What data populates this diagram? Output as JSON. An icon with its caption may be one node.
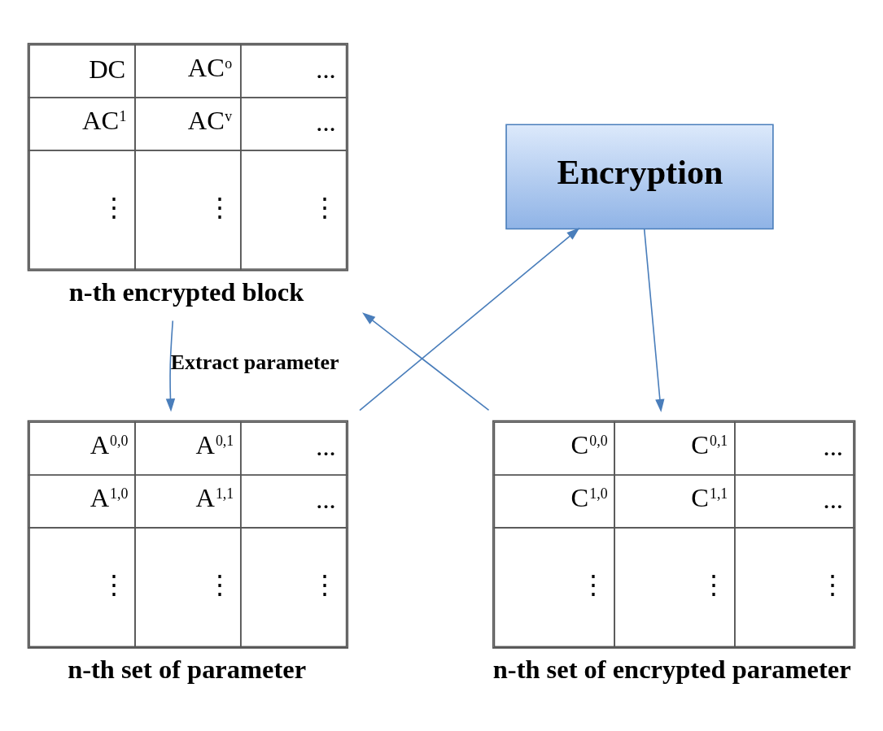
{
  "diagram": {
    "nodes": [
      {
        "text": [
          "DC",
          "AC$^{o}$",
          "...",
          "AC$^{1}$",
          "AC$^{v}$",
          "...",
          "⋮",
          "⋮",
          "⋮"
        ],
        "beside": [
          "n-th encrypted block"
        ]
      },
      {
        "text": [
          "A$^{0,0}$",
          "A$^{0,1}$",
          "...",
          "A$^{1,0}$",
          "A$^{1,1}$",
          "...",
          "⋮",
          "⋮",
          "⋮"
        ],
        "beside": [
          "n-th set of parameter"
        ]
      },
      {
        "text": [
          "Encryption"
        ]
      },
      {
        "text": [
          "C$^{0,0}$",
          "C$^{0,1}$",
          "...",
          "C$^{1,0}$",
          "C$^{1,1}$",
          "...",
          "⋮",
          "⋮",
          "⋮"
        ],
        "beside": [
          "n-th set of encrypted parameter"
        ]
      }
    ],
    "edges": [
      {
        "from": 0,
        "to": 1,
        "arrow": "to",
        "label": "Extract parameter"
      },
      {
        "from": 1,
        "to": 2,
        "arrow": "to"
      },
      {
        "from": 2,
        "to": 3,
        "arrow": "to"
      },
      {
        "from": 3,
        "to": 0,
        "arrow": "to"
      }
    ]
  }
}
